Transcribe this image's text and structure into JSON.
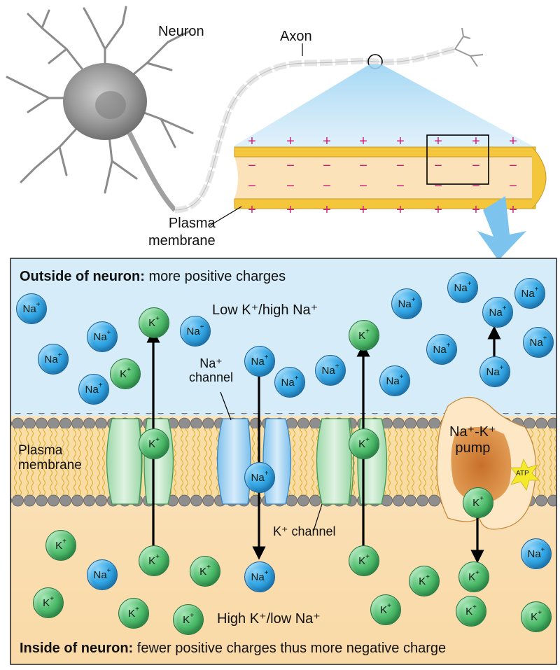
{
  "labels": {
    "neuron": "Neuron",
    "axon": "Axon",
    "plasma_membrane_top": [
      "Plasma",
      "membrane"
    ],
    "outside_bold": "Outside of neuron:",
    "outside_rest": " more positive charges",
    "outside_conc": "Low K⁺/high Na⁺",
    "inside_conc": "High K⁺/low Na⁺",
    "inside_bold": "Inside of neuron:",
    "inside_rest": " fewer positive charges thus more negative charge",
    "plasma_membrane_side": [
      "Plasma",
      "membrane"
    ],
    "na_channel": [
      "Na⁺",
      "channel"
    ],
    "k_channel": "K⁺ channel",
    "pump": [
      "Na⁺-K⁺",
      "pump"
    ],
    "atp": "ATP",
    "plus": "+",
    "minus": "−"
  },
  "ions": {
    "na_text": "Na",
    "k_text": "K",
    "charge": "+"
  },
  "colors": {
    "extracellular": "#d6ecf8",
    "intracellular": "#fbe2b8",
    "membrane_tails": "#f3c63c",
    "membrane_heads": "#8a8a8a",
    "k_channel": "#bfe6c6",
    "na_channel": "#a9d6f3",
    "pump": "#d98a34",
    "na_ion": "#2b9be0",
    "k_ion": "#43b05e",
    "plus_minus": "#c8207a",
    "atp_star": "#f5ea2a"
  }
}
